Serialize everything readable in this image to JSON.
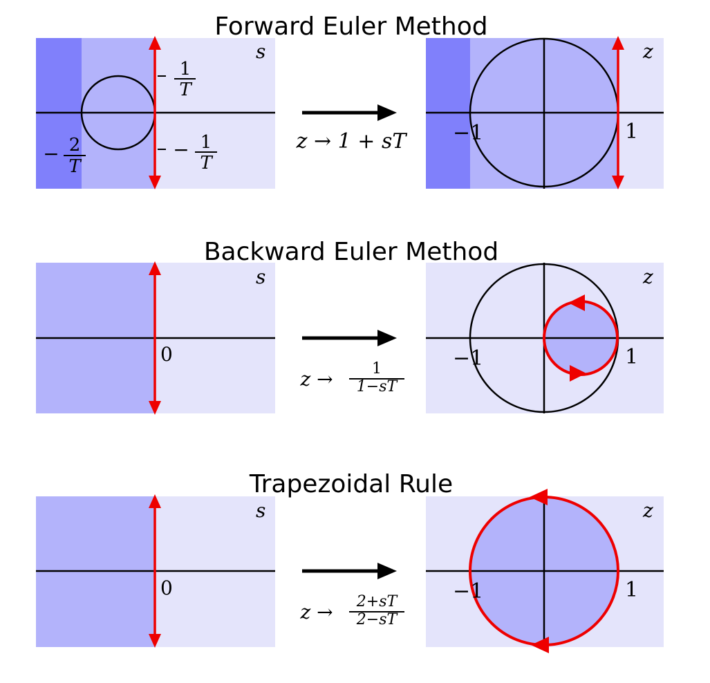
{
  "colors": {
    "light": "#e4e4fb",
    "medium": "#b3b3fb",
    "dark": "#8080fb",
    "red": "#ee0000",
    "black": "#000000"
  },
  "sections": [
    {
      "id": "forward-euler",
      "title": "Forward Euler Method",
      "mapping": "z → 1 + sT",
      "s_plane": {
        "label": "s",
        "ticks": {
          "upper_num": "1",
          "upper_den": "T",
          "lower_num": "1",
          "lower_den": "T",
          "lower_sign": "−",
          "left_num": "2",
          "left_den": "T",
          "left_sign": "−"
        }
      },
      "z_plane": {
        "label": "z",
        "neg_one": "−1",
        "one": "1"
      }
    },
    {
      "id": "backward-euler",
      "title": "Backward Euler Method",
      "mapping_lhs": "z →",
      "mapping_num": "1",
      "mapping_den": "1−sT",
      "s_plane": {
        "label": "s",
        "origin": "0"
      },
      "z_plane": {
        "label": "z",
        "neg_one": "−1",
        "one": "1"
      }
    },
    {
      "id": "trapezoidal",
      "title": "Trapezoidal Rule",
      "mapping_lhs": "z →",
      "mapping_num": "2+sT",
      "mapping_den": "2−sT",
      "s_plane": {
        "label": "s",
        "origin": "0"
      },
      "z_plane": {
        "label": "z",
        "neg_one": "−1",
        "one": "1"
      }
    }
  ]
}
